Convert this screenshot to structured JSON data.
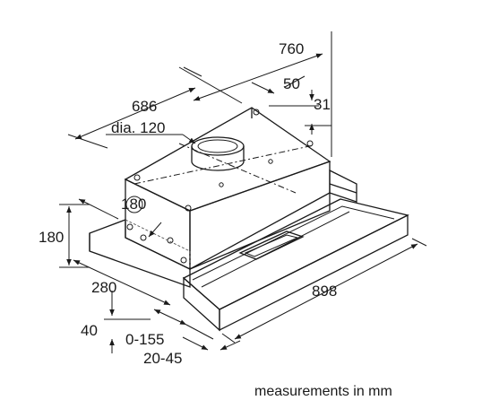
{
  "labels": {
    "d760": "760",
    "d686": "686",
    "d50": "50",
    "d31": "31",
    "dia": "dia. 120",
    "d180_inner": "180",
    "d180_left": "180",
    "d280": "280",
    "d898": "898",
    "d40": "40",
    "d0155": "0-155",
    "d2045": "20-45"
  },
  "caption": "measurements in mm"
}
